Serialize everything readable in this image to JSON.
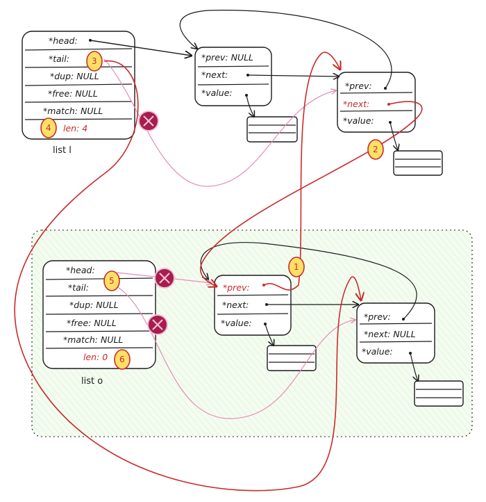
{
  "colors": {
    "ink": "#1a1a1a",
    "red": "#c92a2a",
    "pink": "#e68ab8",
    "badge_fill": "#ffe066",
    "cross_fill": "#a61e4d",
    "group_fill": "#ebfbee"
  },
  "list_l": {
    "caption": "list l",
    "fields": [
      "*head:",
      "*tail:",
      "*dup: NULL",
      "*free: NULL",
      "*match: NULL"
    ],
    "len": "len: 4"
  },
  "list_o": {
    "caption": "list o",
    "fields": [
      "*head:",
      "*tail:",
      "*dup: NULL",
      "*free: NULL",
      "*match: NULL"
    ],
    "len": "len: 0"
  },
  "nodes": {
    "n1": {
      "prev": "*prev: NULL",
      "next": "*next:",
      "value": "*value:"
    },
    "n2": {
      "prev": "*prev:",
      "next": "*next:",
      "value": "*value:"
    },
    "n3": {
      "prev": "*prev:",
      "next": "*next:",
      "value": "*value:"
    },
    "n4": {
      "prev": "*prev:",
      "next": "*next: NULL",
      "value": "*value:"
    }
  },
  "badges": [
    "1",
    "2",
    "3",
    "4",
    "5",
    "6"
  ],
  "icons": {
    "cross": "cross-circle-icon"
  }
}
